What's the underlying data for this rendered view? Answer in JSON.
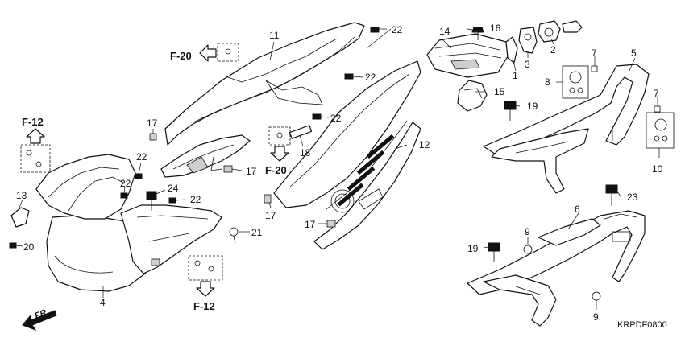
{
  "diagram": {
    "code": "KRPDF0800",
    "front_label": "FR.",
    "references": {
      "f20": "F-20",
      "f12": "F-12"
    },
    "callouts": {
      "c1": "1",
      "c2": "2",
      "c3": "3",
      "c4": "4",
      "c5": "5",
      "c6": "6",
      "c7a": "7",
      "c7b": "7",
      "c8": "8",
      "c9a": "9",
      "c9b": "9",
      "c10": "10",
      "c11": "11",
      "c12": "12",
      "c13": "13",
      "c14": "14",
      "c15": "15",
      "c16": "16",
      "c17a": "17",
      "c17b": "17",
      "c17c": "17",
      "c17d": "17",
      "c18": "18",
      "c19a": "19",
      "c19b": "19",
      "c20": "20",
      "c21": "21",
      "c22a": "22",
      "c22b": "22",
      "c22c": "22",
      "c22d": "22",
      "c22e": "22",
      "c22f": "22",
      "c23": "23",
      "c24": "24"
    }
  }
}
